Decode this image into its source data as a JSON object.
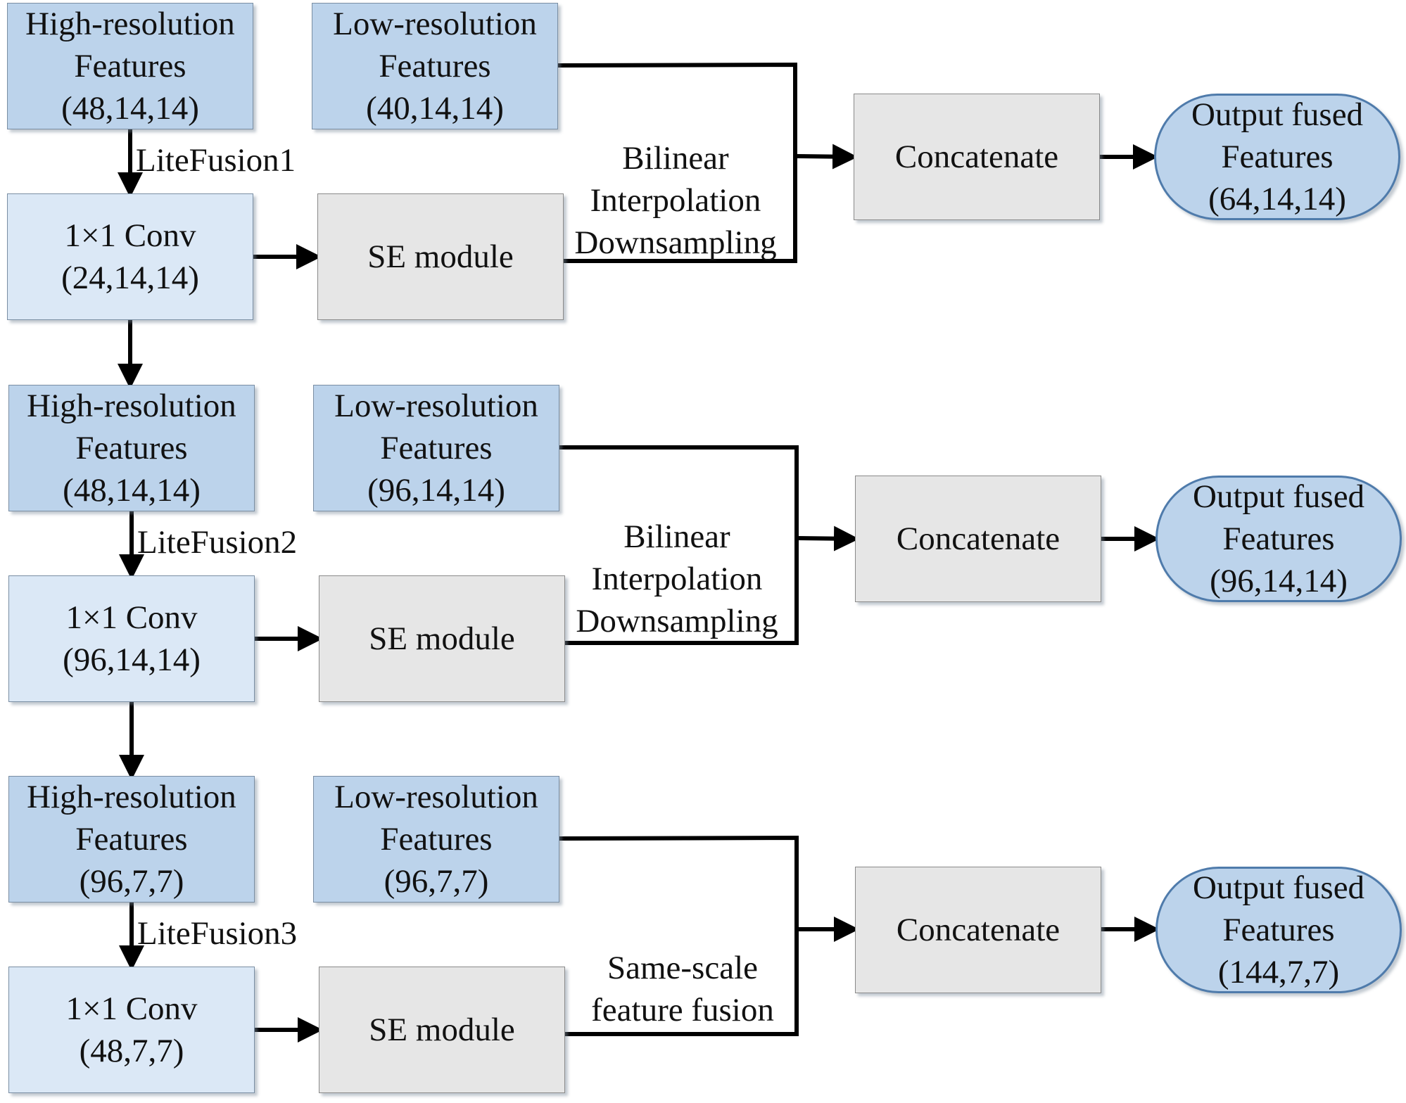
{
  "blocks": [
    {
      "fusion_label": "LiteFusion1",
      "high": {
        "line1": "High-resolution",
        "line2": "Features",
        "line3": "(48,14,14)"
      },
      "low": {
        "line1": "Low-resolution",
        "line2": "Features",
        "line3": "(40,14,14)"
      },
      "conv": {
        "line1": "1×1 Conv",
        "line2": "(24,14,14)"
      },
      "se": "SE module",
      "op": {
        "line1": "Bilinear",
        "line2": "Interpolation",
        "line3": "Downsampling"
      },
      "concat": "Concatenate",
      "out": {
        "line1": "Output fused",
        "line2": "Features",
        "line3": "(64,14,14)"
      }
    },
    {
      "fusion_label": "LiteFusion2",
      "high": {
        "line1": "High-resolution",
        "line2": "Features",
        "line3": "(48,14,14)"
      },
      "low": {
        "line1": "Low-resolution",
        "line2": "Features",
        "line3": "(96,14,14)"
      },
      "conv": {
        "line1": "1×1 Conv",
        "line2": "(96,14,14)"
      },
      "se": "SE module",
      "op": {
        "line1": "Bilinear",
        "line2": "Interpolation",
        "line3": "Downsampling"
      },
      "concat": "Concatenate",
      "out": {
        "line1": "Output fused",
        "line2": "Features",
        "line3": "(96,14,14)"
      }
    },
    {
      "fusion_label": "LiteFusion3",
      "high": {
        "line1": "High-resolution",
        "line2": "Features",
        "line3": "(96,7,7)"
      },
      "low": {
        "line1": "Low-resolution",
        "line2": "Features",
        "line3": "(96,7,7)"
      },
      "conv": {
        "line1": "1×1 Conv",
        "line2": "(48,7,7)"
      },
      "se": "SE module",
      "op": {
        "line1": "Same-scale",
        "line2": "feature fusion"
      },
      "concat": "Concatenate",
      "out": {
        "line1": "Output fused",
        "line2": "Features",
        "line3": "(144,7,7)"
      }
    }
  ],
  "colors": {
    "feature_fill": "#bcd3eb",
    "conv_fill": "#dbe8f6",
    "module_fill": "#e6e6e6",
    "output_border": "#4f7bab",
    "arrow": "#000000"
  }
}
